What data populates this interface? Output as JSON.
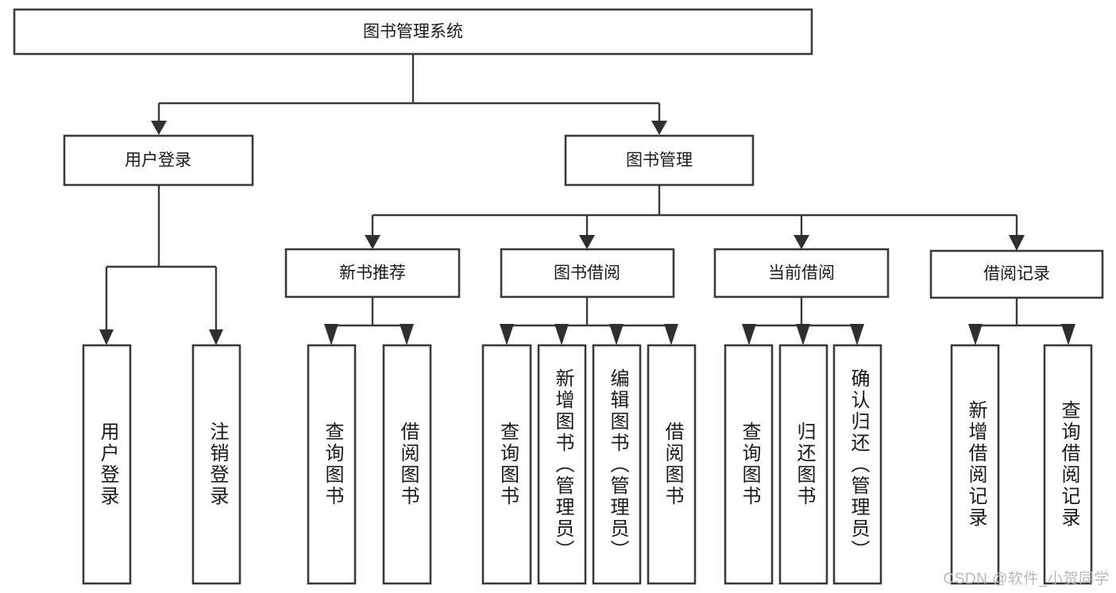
{
  "diagram": {
    "title": "图书管理系统",
    "type": "tree-hierarchy",
    "watermark": "CSDN @软件_小贺同学",
    "colors": {
      "box_stroke": "#3a3a3a",
      "connector": "#3a3a3a",
      "background": "#ffffff",
      "text": "#1a1a1a",
      "watermark": "#b9b9b9"
    },
    "root": {
      "label": "图书管理系统"
    },
    "level1": [
      {
        "label": "用户登录"
      },
      {
        "label": "图书管理"
      }
    ],
    "level2": [
      {
        "label": "新书推荐"
      },
      {
        "label": "图书借阅"
      },
      {
        "label": "当前借阅"
      },
      {
        "label": "借阅记录"
      }
    ],
    "leaves": {
      "user_login": [
        {
          "label": "用户登录"
        },
        {
          "label": "注销登录"
        }
      ],
      "new_book_recommend": [
        {
          "label": "查询图书"
        },
        {
          "label": "借阅图书"
        }
      ],
      "book_borrow": [
        {
          "label": "查询图书"
        },
        {
          "label": "新增图书（管理员）"
        },
        {
          "label": "编辑图书（管理员）"
        },
        {
          "label": "借阅图书"
        }
      ],
      "current_borrow": [
        {
          "label": "查询图书"
        },
        {
          "label": "归还图书"
        },
        {
          "label": "确认归还（管理员）"
        }
      ],
      "borrow_record": [
        {
          "label": "新增借阅记录"
        },
        {
          "label": "查询借阅记录"
        }
      ]
    }
  }
}
